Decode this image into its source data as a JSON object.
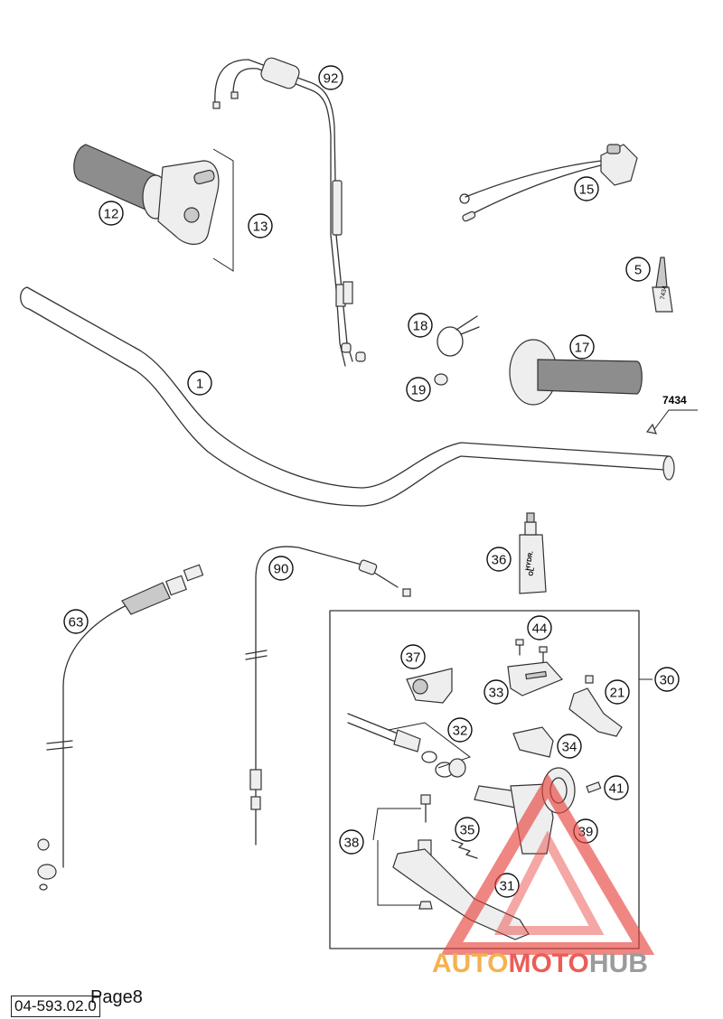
{
  "callouts": [
    {
      "id": "92"
    },
    {
      "id": "12"
    },
    {
      "id": "13"
    },
    {
      "id": "15"
    },
    {
      "id": "5"
    },
    {
      "id": "18"
    },
    {
      "id": "17"
    },
    {
      "id": "1"
    },
    {
      "id": "19"
    },
    {
      "id": "36"
    },
    {
      "id": "90"
    },
    {
      "id": "63"
    },
    {
      "id": "44"
    },
    {
      "id": "37"
    },
    {
      "id": "33"
    },
    {
      "id": "21"
    },
    {
      "id": "30"
    },
    {
      "id": "32"
    },
    {
      "id": "34"
    },
    {
      "id": "41"
    },
    {
      "id": "35"
    },
    {
      "id": "38"
    },
    {
      "id": "39"
    },
    {
      "id": "31"
    }
  ],
  "labels": {
    "ref_7434": "7434",
    "bottle_text_1": "HYDR.",
    "bottle_text_2": "OL",
    "tube_text": "7434"
  },
  "footer": {
    "doc_number": "04-593.02.0",
    "page": "Page8"
  },
  "watermark": {
    "auto": "AUTO",
    "moto": "MOTO",
    "hub": "HUB",
    "colors": {
      "red": "#e8413c",
      "orange": "#f3a533",
      "grey": "#8a8a8a"
    }
  }
}
